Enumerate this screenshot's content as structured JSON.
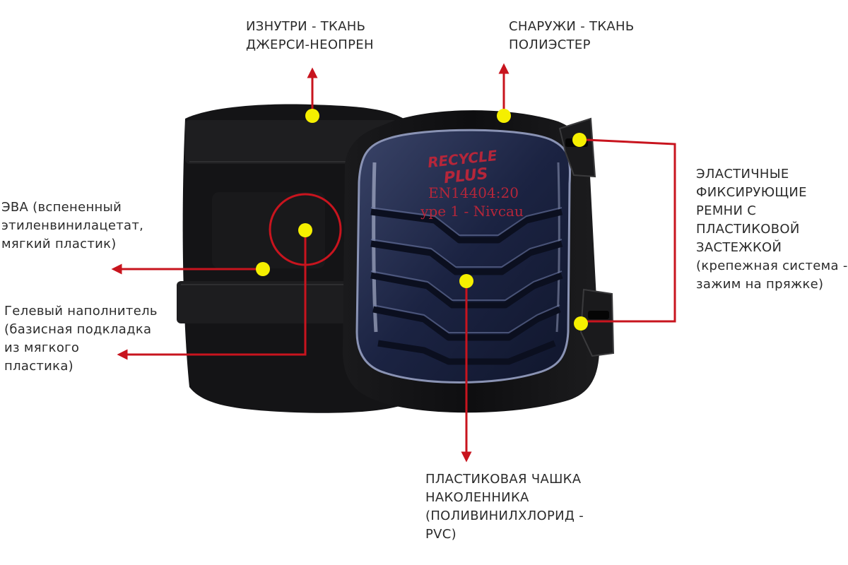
{
  "colors": {
    "arrow": "#c8141e",
    "marker": "#f5ef00",
    "pad_fabric": "#141416",
    "cup": "#1b2342",
    "cup_print": "#b5263a"
  },
  "labels": {
    "inner": {
      "text": "ИЗНУТРИ - ТКАНЬ\nДЖЕРСИ-НЕОПРЕН"
    },
    "outer": {
      "text": "СНАРУЖИ - ТКАНЬ\nПОЛИЭСТЕР"
    },
    "straps": {
      "text": "ЭЛАСТИЧНЫЕ\nФИКСИРУЮЩИЕ\nРЕМНИ С\nПЛАСТИКОВОЙ\nЗАСТЕЖКОЙ\n(крепежная система -\nзажим на пряжке)"
    },
    "eva": {
      "text": "ЭВА (вспененный\nэтиленвинилацетат,\nмягкий пластик)"
    },
    "gel": {
      "text": "Гелевый наполнитель\n(базисная подкладка\nиз мягкого\nпластика)"
    },
    "cup": {
      "text": "ПЛАСТИКОВАЯ ЧАШКА\nНАКОЛЕННИКА\n(ПОЛИВИНИЛХЛОРИД -\nPVC)"
    }
  },
  "product_print": {
    "brand_line1": "RECYCLE",
    "brand_line2": "PLUS",
    "standard": "EN14404:20",
    "type": "ype 1 - Nivcau"
  }
}
